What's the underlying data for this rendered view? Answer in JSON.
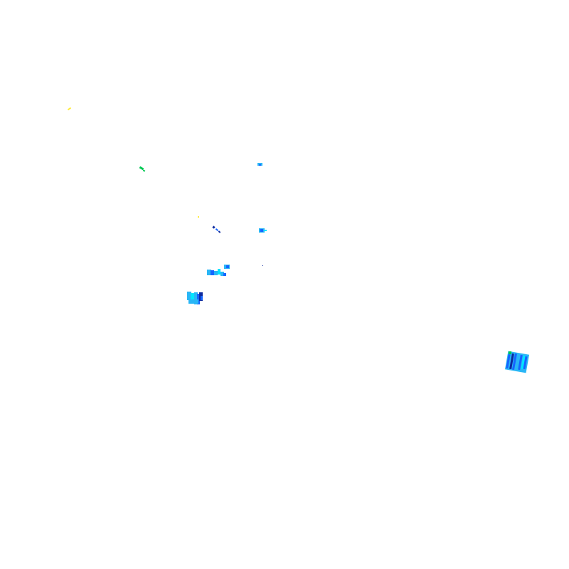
{
  "map": {
    "type": "weather-radar-reflectivity-tile",
    "background": "#ffffff",
    "palette": {
      "light_blue": "#29b6f6",
      "cyan": "#00e5ff",
      "blue": "#1565ff",
      "dark_blue": "#0d2a9e",
      "green": "#00c853",
      "yellow": "#ffeb3b"
    },
    "echoes": [
      {
        "id": "echo-1",
        "intensity_color": "yellow"
      },
      {
        "id": "echo-2",
        "intensity_color": "green"
      },
      {
        "id": "echo-3",
        "intensity_color": "light_blue"
      },
      {
        "id": "echo-4",
        "intensity_color": "yellow"
      },
      {
        "id": "echo-5",
        "intensity_color": "dark_blue"
      },
      {
        "id": "echo-6",
        "intensity_color": "light_blue"
      },
      {
        "id": "echo-7",
        "intensity_color": "light_blue"
      },
      {
        "id": "echo-8",
        "intensity_color": "light_blue"
      },
      {
        "id": "echo-9",
        "intensity_color": "light_blue"
      },
      {
        "id": "echo-10",
        "intensity_color": "light_blue"
      }
    ]
  }
}
